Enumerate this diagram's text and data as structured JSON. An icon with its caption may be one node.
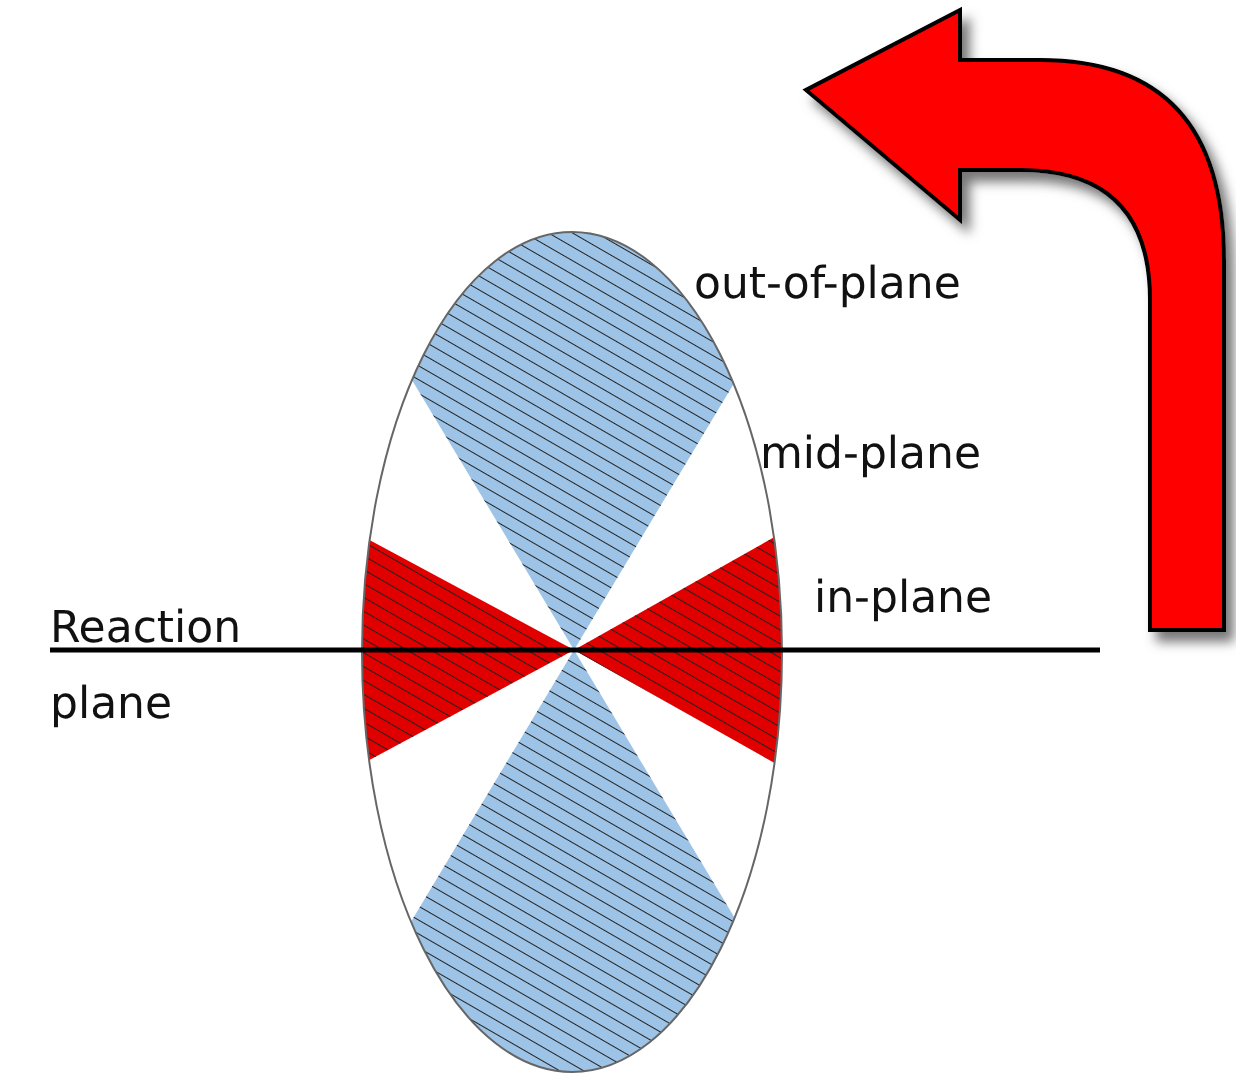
{
  "diagram": {
    "labels": [
      "out-of-plane",
      "mid-plane",
      "in-plane",
      "Reaction plane"
    ]
  }
}
